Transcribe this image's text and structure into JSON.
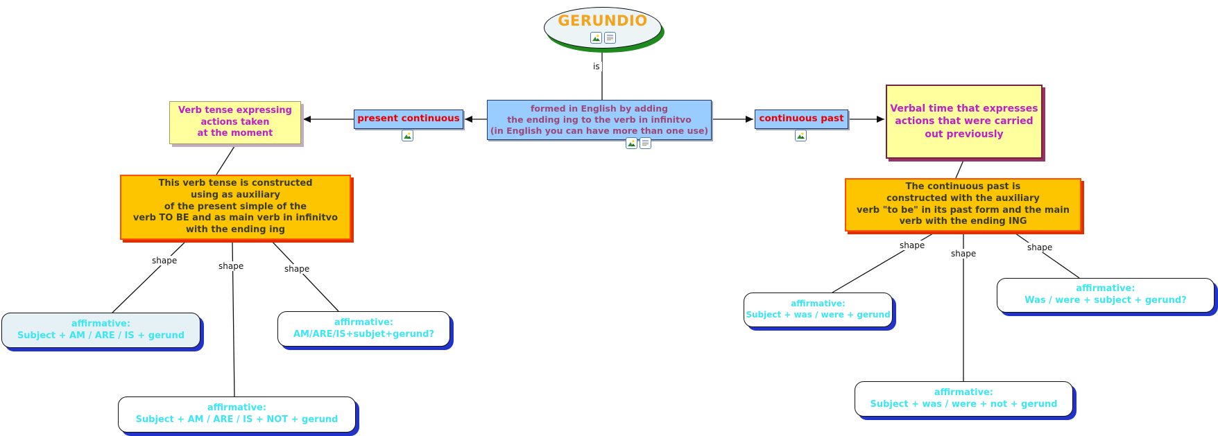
{
  "root_node": {
    "label": "GERUNDIO"
  },
  "linking": {
    "is": "is",
    "shape": "shape",
    "present_continuous": "present continuous",
    "continuous_past": "continuous past"
  },
  "center_node": {
    "line1": "formed in English by adding",
    "line2": "the ending ing to the verb in infinitvo",
    "line3": "(in English you can have more than one use)"
  },
  "left_branch": {
    "definition": {
      "line1": "Verb tense expressing",
      "line2": "actions taken",
      "line3": "at the moment"
    },
    "construction": {
      "line1": "This verb tense is constructed",
      "line2": "using as auxiliary",
      "line3": "of the present simple of the",
      "line4": "verb TO BE and as main verb in infinitvo",
      "line5": "with the ending ing"
    },
    "form_affirmative": {
      "heading": "affirmative:",
      "formula": "Subject + AM / ARE / IS + gerund"
    },
    "form_question": {
      "heading": "affirmative:",
      "formula": "AM/ARE/IS+subjet+gerund?"
    },
    "form_negative": {
      "heading": "affirmative:",
      "formula": "Subject + AM / ARE / IS + NOT + gerund"
    }
  },
  "right_branch": {
    "definition": {
      "line1": "Verbal time that expresses",
      "line2": "actions that were carried",
      "line3": "out previously"
    },
    "construction": {
      "line1": "The continuous past is",
      "line2": "constructed with the auxiliary",
      "line3": "verb \"to be\" in its past form and the main",
      "line4": "verb with the ending ING"
    },
    "form_affirmative": {
      "heading": "affirmative:",
      "formula": "Subject + was / were + gerund"
    },
    "form_question": {
      "heading": "affirmative:",
      "formula": "Was / were + subject + gerund?"
    },
    "form_negative": {
      "heading": "affirmative:",
      "formula": "Subject + was / were + not + gerund"
    }
  },
  "icons": {
    "image_resource": "picture-resource",
    "text_resource": "document-resource"
  },
  "colors": {
    "node_blue": "#99CCFF",
    "node_yellow": "#FFFF9E",
    "node_orange": "#FDC500",
    "text_magenta": "#C020C0",
    "text_plum": "#9C4877",
    "text_red": "#E80000",
    "text_cyan": "#3CE6F2",
    "root_orange": "#F5A31A",
    "shadow_blue": "#2233CC",
    "shadow_green": "#1E8A1E",
    "shadow_red": "#E03000",
    "shadow_plum": "#993366"
  }
}
